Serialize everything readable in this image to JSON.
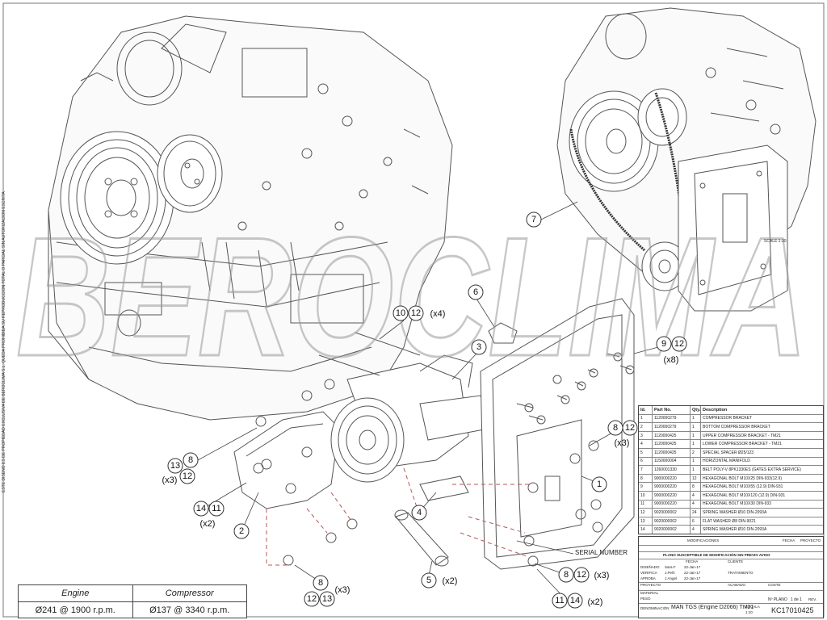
{
  "watermark": "BEROCLIMA",
  "side_note": "ESTE DISEÑO ES DE PROPIEDAD EXCLUSIVA DE BEROCLIMA S.L. QUEDA PROHIBIDA SU REPRODUCCIÓN TOTAL O PARCIAL SIN AUTORIZACIÓN ESCRITA",
  "inset_label": "SCALE:1:30",
  "serial_label": "SERIAL NUMBER",
  "callouts": {
    "c6": "6",
    "c10": "10",
    "c12a": "12",
    "x4": "(x4)",
    "c3": "3",
    "c9": "9",
    "c12b": "12",
    "x8": "(x8)",
    "c8a": "8",
    "c12c": "12",
    "x3a": "(x3)",
    "c13a": "13",
    "c8b": "8",
    "c12d": "12",
    "x3b": "(x3)",
    "c14a": "14",
    "c11a": "11",
    "x2a": "(x2)",
    "c2": "2",
    "c1": "1",
    "c4": "4",
    "c5": "5",
    "x2b": "(x2)",
    "c8c": "8",
    "c12e": "12",
    "x3c": "(x3)",
    "c8d": "8",
    "x3d": "(x3)",
    "c12f": "12",
    "c13b": "13",
    "c11b": "11",
    "c14b": "14",
    "x2c": "(x2)",
    "c7": "7"
  },
  "perf_table": {
    "head_engine": "Engine",
    "head_compressor": "Compressor",
    "engine_value": "Ø241 @ 1900 r.p.m.",
    "compressor_value": "Ø137 @ 3340 r.p.m."
  },
  "parts_table": {
    "headers": {
      "id": "Id.",
      "part": "Part No.",
      "qty": "Qty.",
      "desc": "Description"
    },
    "rows": [
      {
        "id": "1",
        "part": "1120000279",
        "qty": "1",
        "desc": "COMPRESSOR BRACKET"
      },
      {
        "id": "2",
        "part": "1120000279",
        "qty": "1",
        "desc": "BOTTOM COMPRESSOR BRACKET"
      },
      {
        "id": "3",
        "part": "1120000425",
        "qty": "1",
        "desc": "UPPER COMPRESSOR BRACKET - TM21"
      },
      {
        "id": "4",
        "part": "1120000425",
        "qty": "1",
        "desc": "LOWER COMPRESSOR BRACKET - TM21"
      },
      {
        "id": "5",
        "part": "1120000425",
        "qty": "2",
        "desc": "SPECIAL SPACER Ø25/123"
      },
      {
        "id": "6",
        "part": "1150000004",
        "qty": "1",
        "desc": "HORIZONTAL MANIFOLD"
      },
      {
        "id": "7",
        "part": "1260001330",
        "qty": "1",
        "desc": "BELT POLY-V 8PK1330ES (GATES EXTRA SERVICE)"
      },
      {
        "id": "8",
        "part": "9000000220",
        "qty": "12",
        "desc": "HEXAGONAL BOLT M10X25 DIN-933(12.9)"
      },
      {
        "id": "9",
        "part": "9000000220",
        "qty": "8",
        "desc": "HEXAGONAL BOLT M10X55 (12.9) DIN-931"
      },
      {
        "id": "10",
        "part": "9000000220",
        "qty": "4",
        "desc": "HEXAGONAL BOLT M10X120 (12.9) DIN-931"
      },
      {
        "id": "11",
        "part": "9000000220",
        "qty": "4",
        "desc": "HEXAGONAL BOLT M10X30 DIN-933"
      },
      {
        "id": "12",
        "part": "9020000002",
        "qty": "24",
        "desc": "SPRING WASHER Ø10 DIN-2093A"
      },
      {
        "id": "13",
        "part": "9020000002",
        "qty": "6",
        "desc": "FLAT WASHER Ø8 DIN-9021"
      },
      {
        "id": "14",
        "part": "9020000002",
        "qty": "4",
        "desc": "SPRING WASHER Ø10 DIN-2093A"
      }
    ]
  },
  "title_block": {
    "modifications": "MODIFICACIONES",
    "fecha": "FECHA",
    "cliente": "CLIENTE",
    "proyecto": "PROYECTO",
    "plan_note": "PLANO SUSCEPTIBLE DE MODIFICACIÓN SIN PREVIO AVISO",
    "rows": [
      {
        "label": "DISEÑADO",
        "name": "Sara.F",
        "date": "22-Jan-17"
      },
      {
        "label": "VERIFICA",
        "name": "J.Peñi",
        "date": "22-Jan-17"
      },
      {
        "label": "APROBA",
        "name": "J.Angel",
        "date": "22-Jan-17"
      }
    ],
    "tratamiento": "TRATAMIENTO",
    "acabado": "ACABADO",
    "material": "MATERIAL",
    "peso": "PESO",
    "coste": "COSTE",
    "escala": "ESCALA",
    "scale_value": "1:10",
    "sheet": "1 de 1",
    "rev": "REV.",
    "denominacion": "DENOMINACIÓN",
    "description": "MAN TGS (Engine D2066) TM21",
    "drawing_number": "KC17010425",
    "plano": "Nº PLANO"
  }
}
